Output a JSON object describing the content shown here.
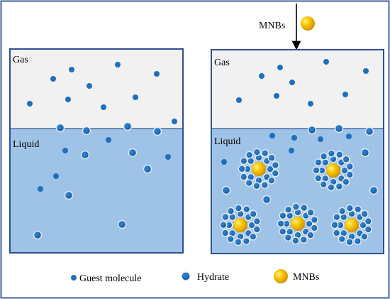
{
  "colors": {
    "outer_border": "#3f5f9f",
    "gas_fill": "#f1f1f1",
    "liquid_fill": "#9fc3e6",
    "guest_molecule": "#1f6fbf",
    "hydrate_outline": "#dfe9f4",
    "mnb_gold": "#f2b600",
    "mnb_highlight": "#ffee66"
  },
  "top": {
    "mnbs_label": "MNBs"
  },
  "left_panel": {
    "gas_label": "Gas",
    "liquid_label": "Liquid"
  },
  "right_panel": {
    "gas_label": "Gas",
    "liquid_label": "Liquid"
  },
  "legend": {
    "guest_molecule": "Guest molecule",
    "hydrate": "Hydrate",
    "mnbs": "MNBs"
  }
}
